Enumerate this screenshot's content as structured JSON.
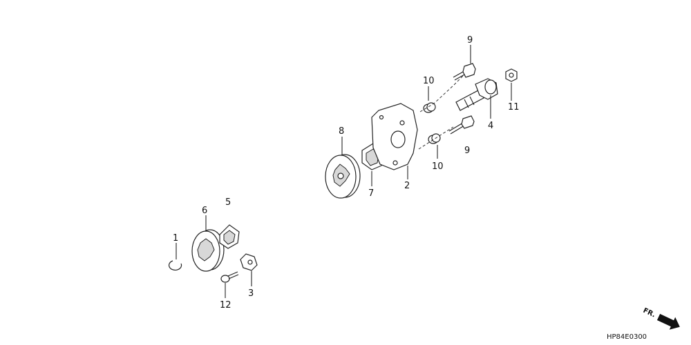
{
  "diagram": {
    "part_numbers": [
      "1",
      "2",
      "3",
      "4",
      "5",
      "6",
      "7",
      "8",
      "9",
      "9",
      "10",
      "10",
      "11",
      "12"
    ],
    "drawing_code": "HP84E0300",
    "direction_label": "FR."
  }
}
